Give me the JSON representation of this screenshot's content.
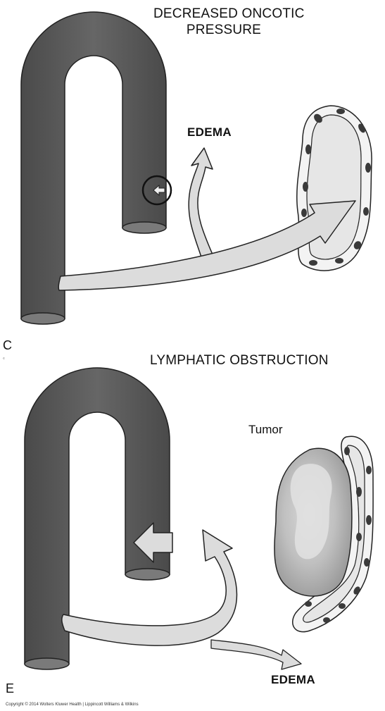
{
  "panel_c": {
    "title_line1": "DECREASED ONCOTIC",
    "title_line2": "PRESSURE",
    "edema_label": "EDEMA",
    "panel_letter": "C",
    "small_mark": "©"
  },
  "panel_e": {
    "title": "LYMPHATIC OBSTRUCTION",
    "tumor_label": "Tumor",
    "edema_label": "EDEMA",
    "panel_letter": "E"
  },
  "footer": {
    "copyright": "Copyright © 2014 Wolters Kluwer Health | Lippincott Williams & Wilkins"
  },
  "colors": {
    "vessel": "#5a5a5a",
    "vessel_dark": "#3f3f3f",
    "arrow_fill": "#dcdcdc",
    "lymph_fill": "#e8e8e8",
    "tumor_fill": "#a9a9a9",
    "tumor_light": "#d4d4d4",
    "nucleus": "#3a3a3a"
  }
}
